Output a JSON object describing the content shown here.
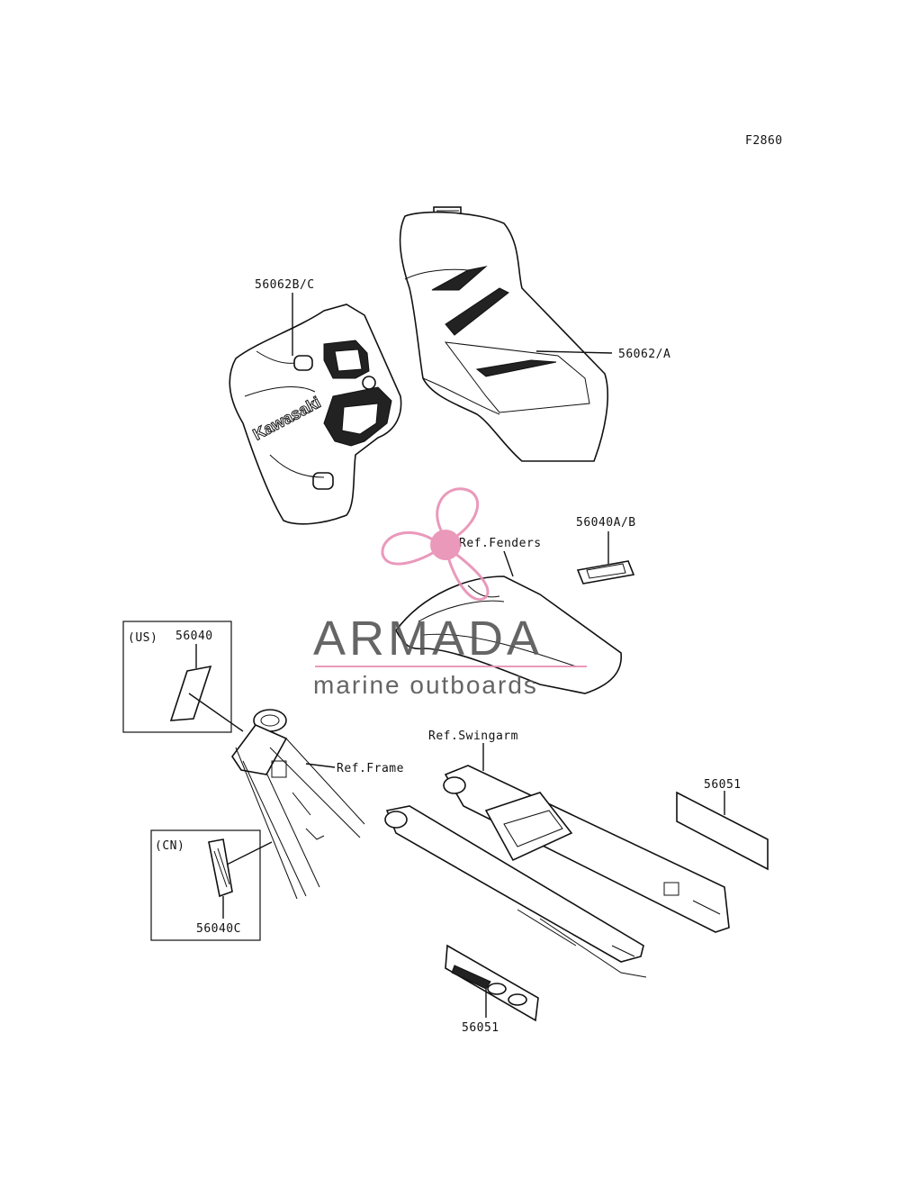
{
  "diagram_code": "F2860",
  "labels": {
    "p56062bc": "56062B/C",
    "p56062a": "56062/A",
    "p56040ab": "56040A/B",
    "ref_fenders": "Ref.Fenders",
    "us_region": "(US)",
    "p56040": "56040",
    "ref_frame": "Ref.Frame",
    "ref_swingarm": "Ref.Swingarm",
    "p56051_right": "56051",
    "cn_region": "(CN)",
    "p56040c": "56040C",
    "p56051_bottom": "56051"
  },
  "shroud_brand": "Kawasaki",
  "watermark": {
    "name": "ARMADA",
    "tagline": "marine outboards",
    "accent_color": "#e88fb4"
  }
}
